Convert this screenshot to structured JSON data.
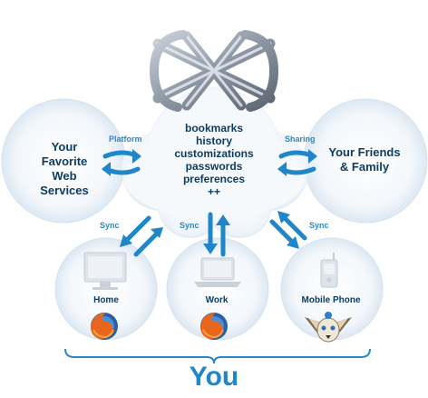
{
  "left_service": "Your Favorite Web Services",
  "right_service": "Your Friends & Family",
  "center_items": [
    "bookmarks",
    "history",
    "customizations",
    "passwords",
    "preferences",
    "++"
  ],
  "labels": {
    "platform": "Platform",
    "sharing": "Sharing",
    "sync_left": "Sync",
    "sync_center": "Sync",
    "sync_right": "Sync"
  },
  "devices": [
    {
      "name": "Home",
      "icon": "desktop-monitor-icon",
      "badge": "firefox-logo-icon"
    },
    {
      "name": "Work",
      "icon": "laptop-icon",
      "badge": "firefox-logo-icon"
    },
    {
      "name": "Mobile Phone",
      "icon": "mobile-phone-icon",
      "badge": "fennec-logo-icon"
    }
  ],
  "you_label": "You",
  "colors": {
    "arrow_blue": "#1f86c9",
    "text_navy": "#0d3d63",
    "label_blue": "#2d86c4",
    "cloud_fill": "#eef4fa"
  }
}
